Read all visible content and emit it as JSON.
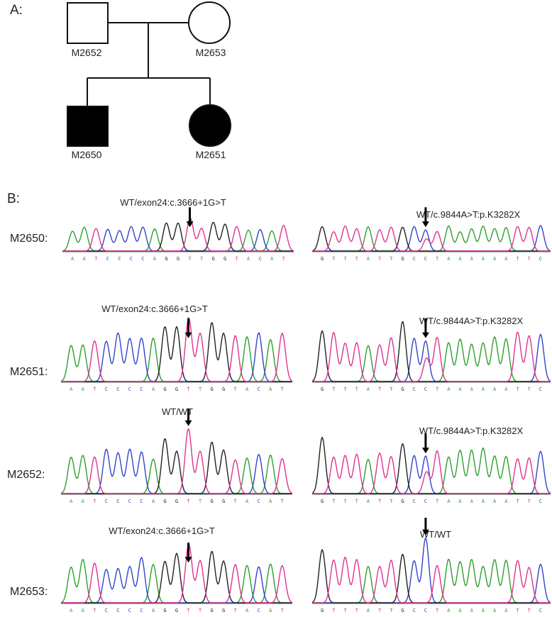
{
  "panel_a": {
    "label": "A:",
    "father_id": "M2652",
    "mother_id": "M2653",
    "son_id": "M2650",
    "daughter_id": "M2651"
  },
  "panel_b": {
    "label": "B:",
    "colors": {
      "A": "#2ca02c",
      "C": "#3344cc",
      "G": "#222222",
      "T": "#e0338f"
    },
    "left_sequence": "AATCCCCAGGTTGGTACAT",
    "right_sequence": "GTTTATTGCCTAAAAAATTC",
    "left_arrow_base_index": 10,
    "right_arrow_base_index": 9,
    "rows": [
      {
        "sample": "M2650:",
        "left_call": "WT/exon24:c.3666+1G>T",
        "right_call": "WT/c.9844A>T:p.K3282X",
        "left_het": true,
        "right_het": true
      },
      {
        "sample": "M2651:",
        "left_call": "WT/exon24:c.3666+1G>T",
        "right_call": "WT/c.9844A>T:p.K3282X",
        "left_het": true,
        "right_het": true
      },
      {
        "sample": "M2652:",
        "left_call": "WT/WT",
        "right_call": "WT/c.9844A>T:p.K3282X",
        "left_het": false,
        "right_het": true
      },
      {
        "sample": "M2653:",
        "left_call": "WT/exon24:c.3666+1G>T",
        "right_call": "WT/WT",
        "left_het": true,
        "right_het": false
      }
    ]
  }
}
